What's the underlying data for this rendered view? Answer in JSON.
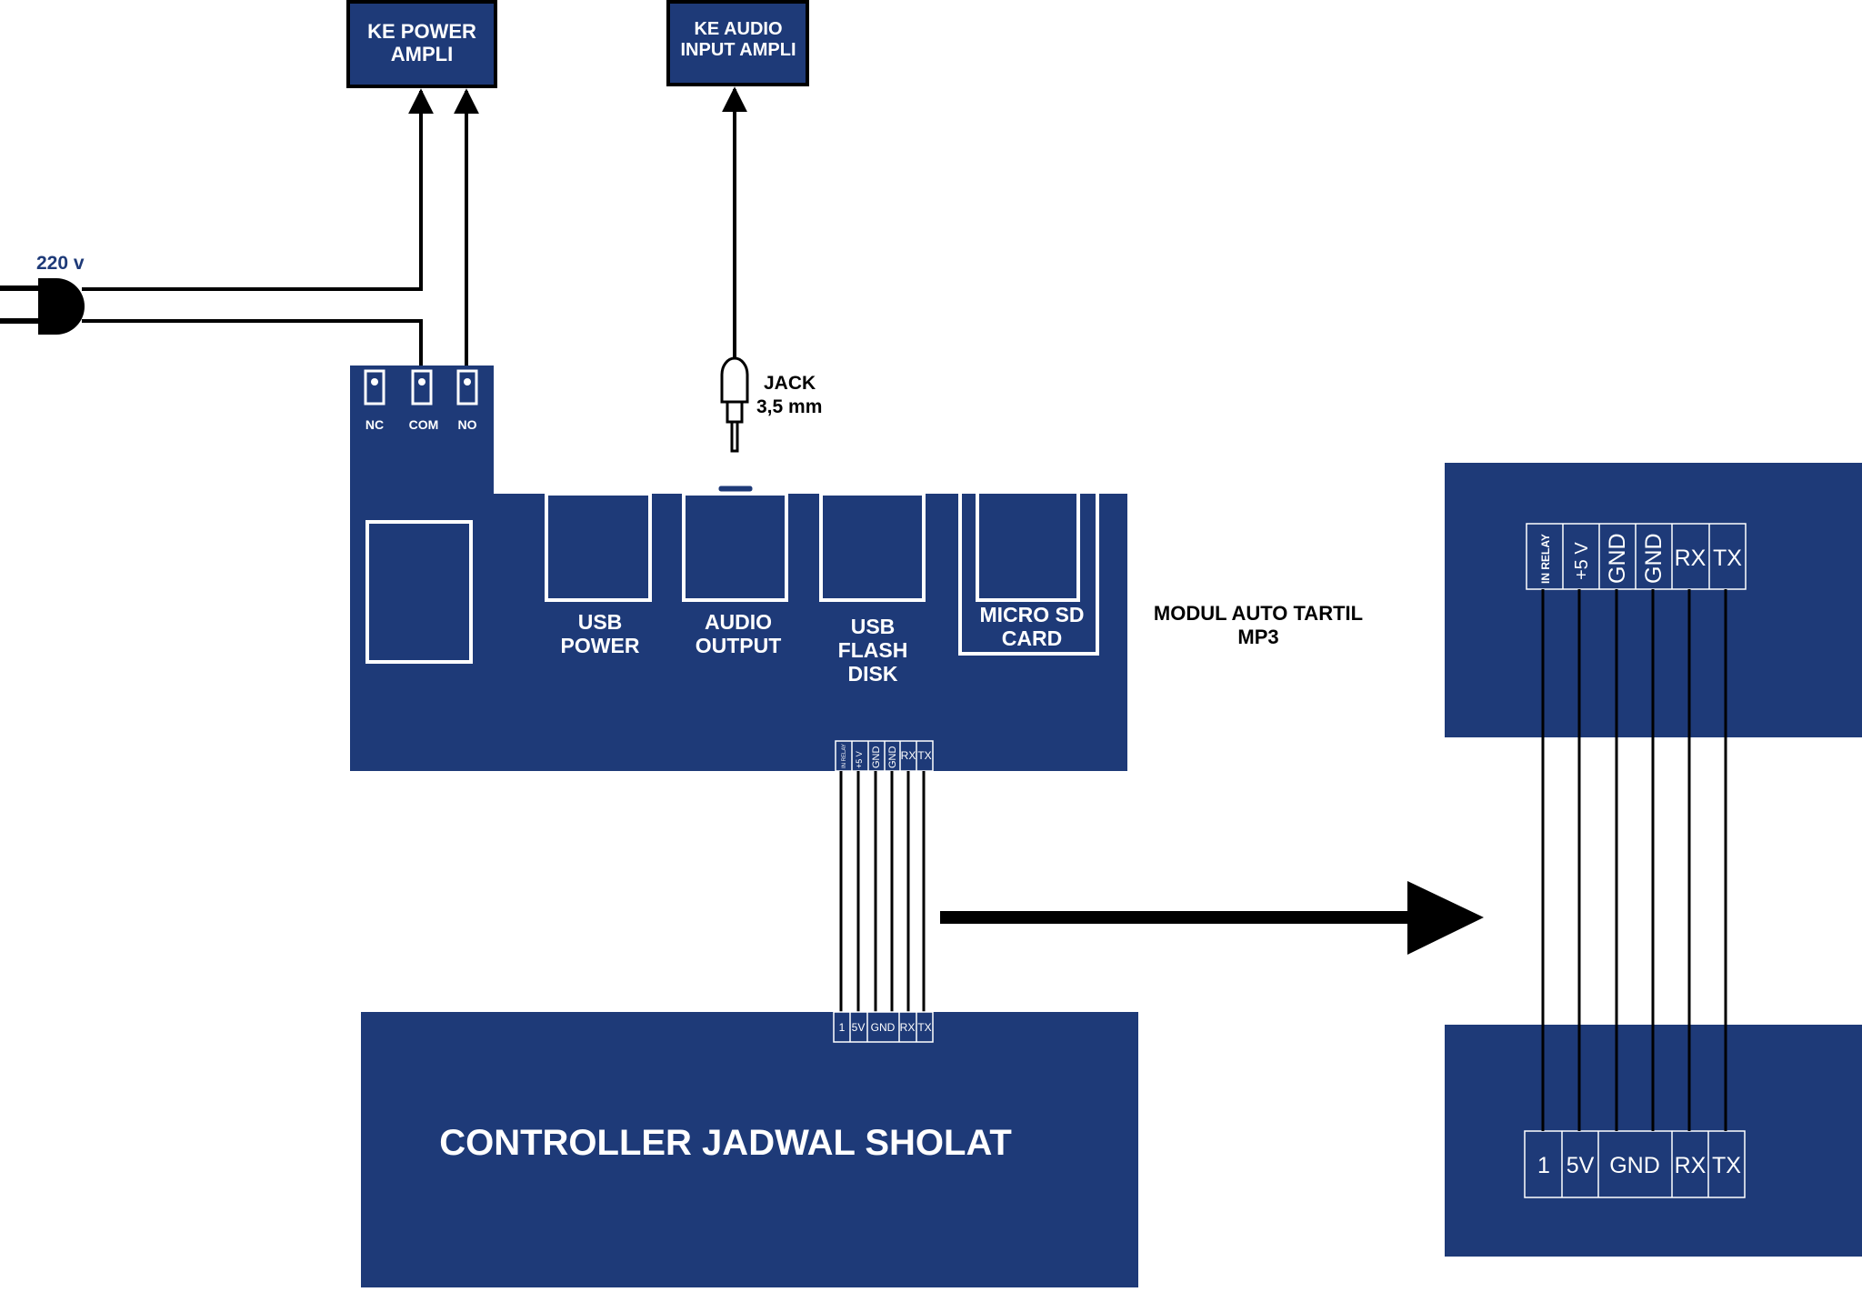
{
  "colors": {
    "board": "#1e3a78",
    "line": "#000000",
    "outline": "#ffffff"
  },
  "labels": {
    "power_ampli_1": "KE POWER",
    "power_ampli_2": "AMPLI",
    "audio_ampli_1": "KE AUDIO",
    "audio_ampli_2": "INPUT AMPLI",
    "voltage": "220 v",
    "relay_nc": "NC",
    "relay_com": "COM",
    "relay_no": "NO",
    "jack_1": "JACK",
    "jack_2": "3,5 mm",
    "usb_power_1": "USB",
    "usb_power_2": "POWER",
    "audio_output_1": "AUDIO",
    "audio_output_2": "OUTPUT",
    "usb_flash_1": "USB",
    "usb_flash_2": "FLASH",
    "usb_flash_3": "DISK",
    "micro_sd_1": "MICRO SD",
    "micro_sd_2": "CARD",
    "module_1": "MODUL AUTO TARTIL",
    "module_2": "MP3",
    "controller": "CONTROLLER JADWAL SHOLAT"
  },
  "module_pins": [
    "IN RELAY",
    "+5 V",
    "GND",
    "GND",
    "RX",
    "TX"
  ],
  "controller_pins": [
    "1",
    "5V",
    "GND",
    "RX",
    "TX"
  ],
  "icons": [
    "plug-icon",
    "jack-plug-icon",
    "arrow-right-icon"
  ]
}
